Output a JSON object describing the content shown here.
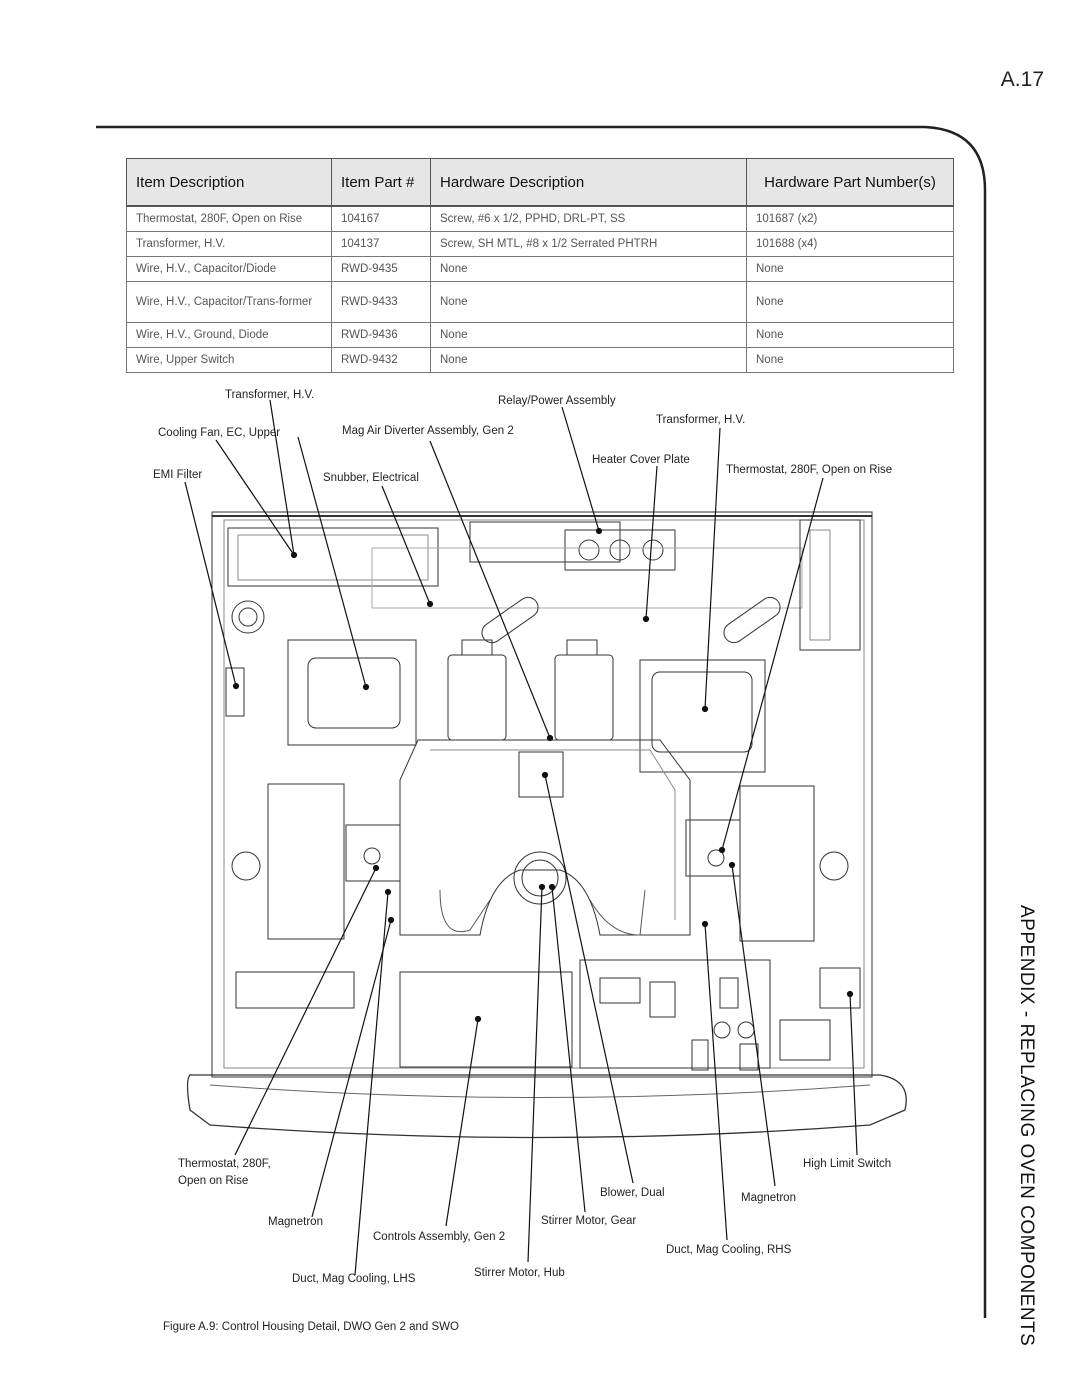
{
  "page_number": "A.17",
  "side_title": "APPENDIX - REPLACING OVEN COMPONENTS",
  "table": {
    "headers": [
      "Item Description",
      "Item Part #",
      "Hardware Description",
      "Hardware Part Number(s)"
    ],
    "rows": [
      [
        "Thermostat, 280F, Open on Rise",
        "104167",
        "Screw, #6 x 1/2, PPHD, DRL-PT, SS",
        "101687 (x2)"
      ],
      [
        "Transformer, H.V.",
        "104137",
        "Screw, SH MTL, #8 x 1/2 Serrated PHTRH",
        "101688 (x4)"
      ],
      [
        "Wire, H.V., Capacitor/Diode",
        "RWD-9435",
        "None",
        "None"
      ],
      [
        "Wire, H.V., Capacitor/Trans-former",
        "RWD-9433",
        "None",
        "None"
      ],
      [
        "Wire, H.V., Ground, Diode",
        "RWD-9436",
        "None",
        "None"
      ],
      [
        "Wire, Upper Switch",
        "RWD-9432",
        "None",
        "None"
      ]
    ]
  },
  "callouts": {
    "transformer_hv_left": "Transformer, H.V.",
    "relay_power_assembly": "Relay/Power Assembly",
    "transformer_hv_right": "Transformer, H.V.",
    "cooling_fan": "Cooling Fan, EC, Upper",
    "mag_air_diverter": "Mag Air Diverter Assembly, Gen 2",
    "heater_cover_plate": "Heater Cover Plate",
    "emi_filter": "EMI Filter",
    "snubber": "Snubber, Electrical",
    "thermostat_top": "Thermostat, 280F, Open on Rise",
    "thermostat_bottom_1": "Thermostat, 280F,",
    "thermostat_bottom_2": "Open on Rise",
    "high_limit_switch": "High Limit Switch",
    "blower_dual": "Blower, Dual",
    "magnetron_right": "Magnetron",
    "magnetron_left": "Magnetron",
    "stirrer_motor_gear": "Stirrer Motor, Gear",
    "controls_assembly": "Controls Assembly, Gen 2",
    "duct_mag_rhs": "Duct, Mag Cooling, RHS",
    "duct_mag_lhs": "Duct, Mag Cooling, LHS",
    "stirrer_motor_hub": "Stirrer Motor, Hub"
  },
  "caption": "Figure A.9: Control Housing Detail, DWO Gen 2 and SWO"
}
